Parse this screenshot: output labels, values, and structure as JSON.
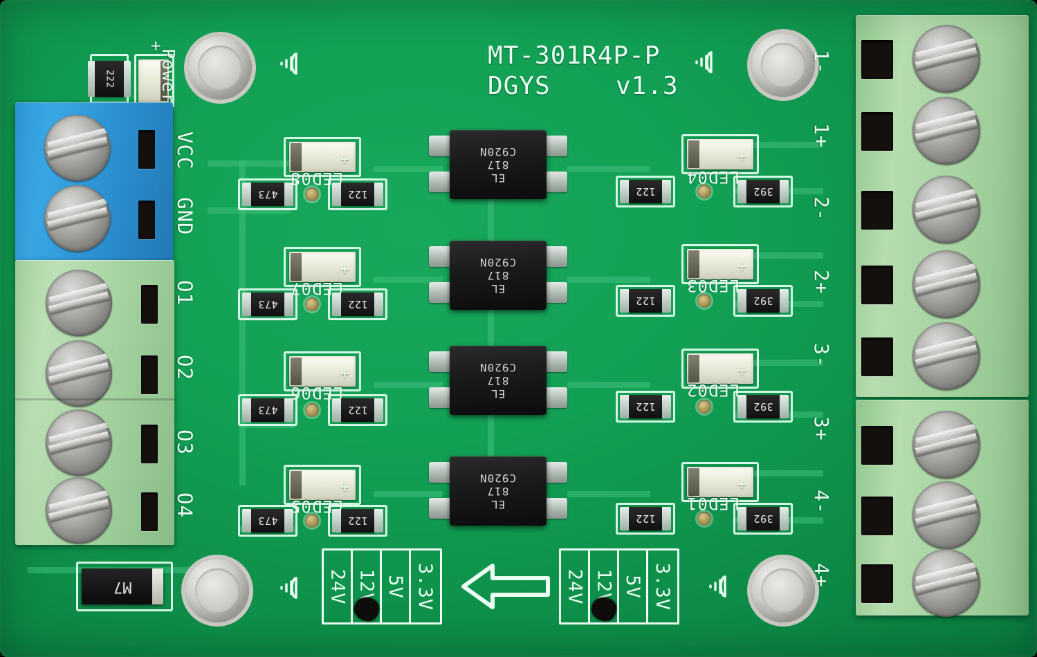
{
  "board": {
    "name": "MT-301R4P-P optocoupler isolation board",
    "silkscreen_title": "MT-301R4P-P",
    "silkscreen_vendor": "DGYS",
    "silkscreen_version": "v1.3",
    "solder_mask_color": "#12a055",
    "silkscreen_color": "#eafff2"
  },
  "power_section": {
    "power_label": "Power",
    "power_led_plus": "+",
    "power_resistor": "222"
  },
  "left_terminal_labels": [
    "VCC",
    "GND",
    "O1",
    "O2",
    "O3",
    "O4"
  ],
  "right_terminal_labels": [
    "1-",
    "1+",
    "2-",
    "2+",
    "3-",
    "3+",
    "4-",
    "4+"
  ],
  "channels": [
    {
      "input_led": "LED08",
      "input_led_plus": "+",
      "input_resistors": [
        "473",
        "122"
      ],
      "optocoupler": {
        "line1": "EL",
        "line2": "817",
        "line3": "C920N"
      },
      "output_led": "LED04",
      "output_led_plus": "+",
      "output_resistors": [
        "122",
        "392"
      ]
    },
    {
      "input_led": "LED07",
      "input_led_plus": "+",
      "input_resistors": [
        "473",
        "122"
      ],
      "optocoupler": {
        "line1": "EL",
        "line2": "817",
        "line3": "C920N"
      },
      "output_led": "LED03",
      "output_led_plus": "+",
      "output_resistors": [
        "122",
        "392"
      ]
    },
    {
      "input_led": "LED06",
      "input_led_plus": "+",
      "input_resistors": [
        "473",
        "122"
      ],
      "optocoupler": {
        "line1": "EL",
        "line2": "817",
        "line3": "C920N"
      },
      "output_led": "LED02",
      "output_led_plus": "+",
      "output_resistors": [
        "122",
        "392"
      ]
    },
    {
      "input_led": "LED05",
      "input_led_plus": "+",
      "input_resistors": [
        "473",
        "122"
      ],
      "optocoupler": {
        "line1": "EL",
        "line2": "817",
        "line3": "C920N"
      },
      "output_led": "LED01",
      "output_led_plus": "+",
      "output_resistors": [
        "122",
        "392"
      ]
    }
  ],
  "diode": {
    "marking": "M7"
  },
  "voltage_selectors": [
    {
      "side": "input",
      "options": [
        "24V",
        "12V",
        "5V",
        "3.3V"
      ],
      "marked_option": "12V"
    },
    {
      "side": "output",
      "options": [
        "24V",
        "12V",
        "5V",
        "3.3V"
      ],
      "marked_option": "12V"
    }
  ],
  "arrow_direction": "left",
  "ground_symbols_count": 4,
  "mounting_holes_count": 4
}
